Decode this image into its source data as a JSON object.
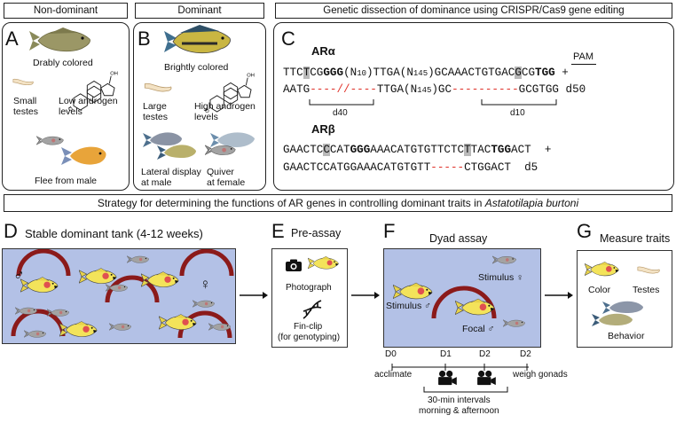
{
  "headers": {
    "nondominant": "Non-dominant",
    "dominant": "Dominant",
    "genetic": "Genetic dissection of dominance using CRISPR/Cas9 gene editing",
    "strategy_prefix": "Strategy for determining the functions of AR genes in controlling dominant traits in ",
    "strategy_species": "Astatotilapia burtoni"
  },
  "panel_a": {
    "letter": "A",
    "drab": "Drably colored",
    "small_testes_1": "Small",
    "small_testes_2": "testes",
    "low_androgen_1": "Low androgen",
    "low_androgen_2": "levels",
    "flee": "Flee from male"
  },
  "panel_b": {
    "letter": "B",
    "bright": "Brightly colored",
    "large_testes_1": "Large",
    "large_testes_2": "testes",
    "high_androgen_1": "High androgen",
    "high_androgen_2": "levels",
    "lateral_1": "Lateral display",
    "lateral_2": "at male",
    "quiver_1": "Quiver",
    "quiver_2": "at female"
  },
  "panel_c": {
    "letter": "C",
    "ar_alpha": "ARα",
    "ar_beta": "ARβ",
    "pam": "PAM",
    "alpha_seq1": {
      "p1": "TTC",
      "p2": "T",
      "p3": "CG",
      "p4": "GGG",
      "p5": "(N",
      "p6": "10",
      "p7": ")TTGA(N",
      "p8": "145",
      "p9": ")GCAAACTGTGAC",
      "p10": "G",
      "p11": "CG",
      "p12": "TGG",
      "p13": " +"
    },
    "alpha_seq2": {
      "p1": "AATG",
      "p2": "----//----",
      "p3": "TTGA(N",
      "p4": "145",
      "p5": ")GC",
      "p6": "----------",
      "p7": "GCGTGG",
      "p8": " d50"
    },
    "d40": "d40",
    "d10": "d10",
    "beta_seq1": {
      "p1": "GAACTC",
      "p2": "C",
      "p3": "CAT",
      "p4": "GGG",
      "p5": "AAACATGTGTTCTC",
      "p6": "T",
      "p7": "TAC",
      "p8": "TGG",
      "p9": "ACT",
      "p10": "  +"
    },
    "beta_seq2": {
      "p1": "GAACTCCATGGAAACATGTGTT",
      "p2": "-----",
      "p3": "CTGGACT",
      "p4": "  d5"
    }
  },
  "panel_d": {
    "letter": "D",
    "title": "Stable dominant tank (4-12 weeks)",
    "male_symbol": "♂",
    "female_symbol": "♀"
  },
  "panel_e": {
    "letter": "E",
    "title": "Pre-assay",
    "photo": "Photograph",
    "fin_1": "Fin-clip",
    "fin_2": "(for genotyping)"
  },
  "panel_f": {
    "letter": "F",
    "title": "Dyad assay",
    "stim_male": "Stimulus ♂",
    "stim_female": "Stimulus ♀",
    "focal": "Focal ♂",
    "timeline": {
      "d0": "D0",
      "d1": "D1",
      "d2a": "D2",
      "d2b": "D2",
      "acclimate": "acclimate",
      "weigh": "weigh gonads",
      "intervals_1": "30-min intervals",
      "intervals_2": "morning & afternoon"
    }
  },
  "panel_g": {
    "letter": "G",
    "title": "Measure traits",
    "color": "Color",
    "testes": "Testes",
    "behavior": "Behavior"
  },
  "colors": {
    "tank": "#b3c1e6",
    "arc": "#8b1a1a",
    "fish_yellow": "#f3e35a",
    "fish_gray": "#9a9a9a",
    "deletion": "#e0322a"
  },
  "icons": [
    "camera-icon",
    "dna-icon",
    "video-camera-icon",
    "arrow-right-icon",
    "fish-icon",
    "steroid-structure-icon",
    "testes-icon"
  ]
}
